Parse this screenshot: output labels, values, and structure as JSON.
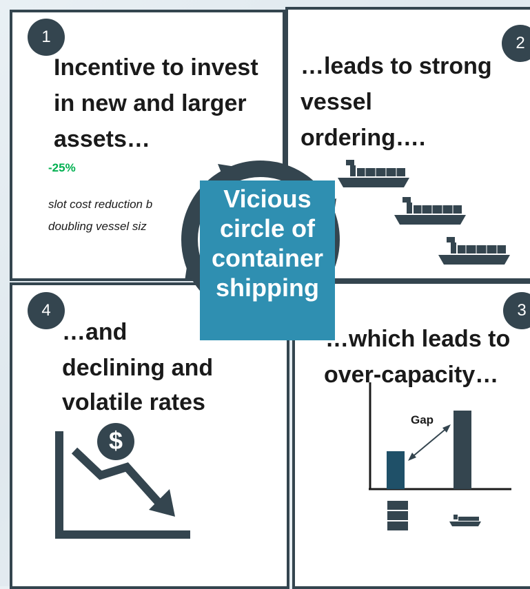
{
  "steps": {
    "step1": {
      "number": "1",
      "lines": [
        "Incentive to invest",
        "in new and larger",
        "assets…"
      ],
      "stat": "-25%",
      "note_lines": [
        "slot cost reduction b",
        "doubling vessel siz"
      ]
    },
    "step2": {
      "number": "2",
      "lines": [
        "…leads to strong",
        "vessel",
        "ordering…."
      ]
    },
    "step3": {
      "number": "3",
      "lines": [
        "…which leads to",
        "over-capacity…"
      ],
      "gap_label": "Gap"
    },
    "step4": {
      "number": "4",
      "lines": [
        "…and",
        "declining and",
        "volatile rates"
      ],
      "dollar_symbol": "$"
    }
  },
  "center": {
    "lines": [
      "Vicious",
      "circle of",
      "container",
      "shipping"
    ]
  },
  "colors": {
    "dark": "#34454f",
    "accent": "#2f8fb1",
    "green": "#00b050"
  },
  "icons": [
    "container-ship-icon",
    "container-stack-icon",
    "falling-price-chart-icon",
    "dollar-coin-icon",
    "double-arrow-icon"
  ]
}
